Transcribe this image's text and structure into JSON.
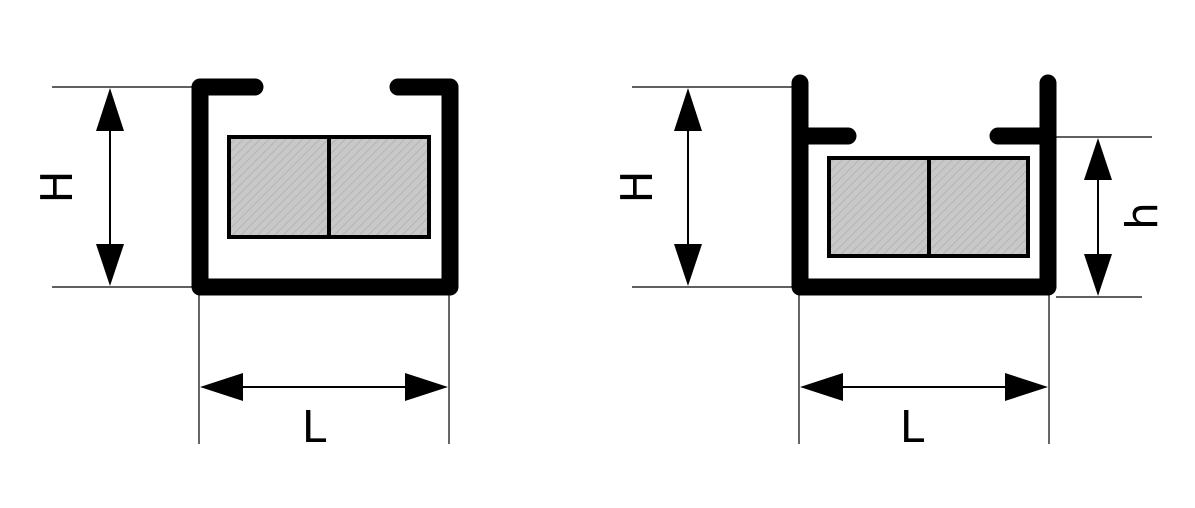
{
  "diagram": {
    "left": {
      "height_label": "H",
      "length_label": "L"
    },
    "right": {
      "height_label": "H",
      "inner_height_label": "h",
      "length_label": "L"
    }
  },
  "colors": {
    "stroke": "#000000",
    "block_fill": "#c8c8c8",
    "hatch": "#b4b4b4",
    "background": "#ffffff"
  }
}
